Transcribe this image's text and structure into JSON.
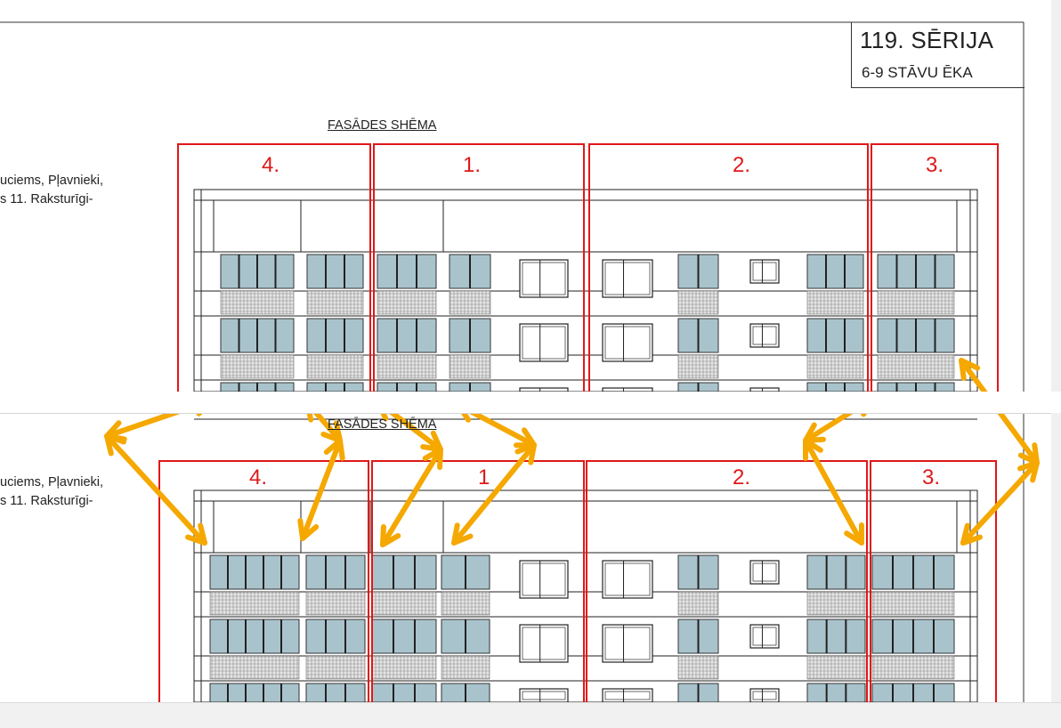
{
  "top_panel": {
    "series_title": "119. SĒRIJA",
    "series_subtitle": "6-9 STĀVU ĒKA",
    "side_text_line1": "uciems, Pļavnieki,",
    "side_text_line2": "s 11. Raksturīgi-",
    "facade_label": "FASĀDES SHĒMA",
    "sections": [
      "4.",
      "1.",
      "2.",
      "3."
    ]
  },
  "bottom_panel": {
    "side_text_line1": "uciems, Pļavnieki,",
    "side_text_line2": "s 11. Raksturīgi-",
    "facade_label": "FASĀDES SHĒMA",
    "sections": [
      "4.",
      "1",
      "2.",
      "3."
    ]
  },
  "colors": {
    "section_outline": "#e01818",
    "glazing": "#a9c3cc",
    "arrows": "#f5a800"
  },
  "icons": [
    "double-headed-arrow-icon"
  ]
}
